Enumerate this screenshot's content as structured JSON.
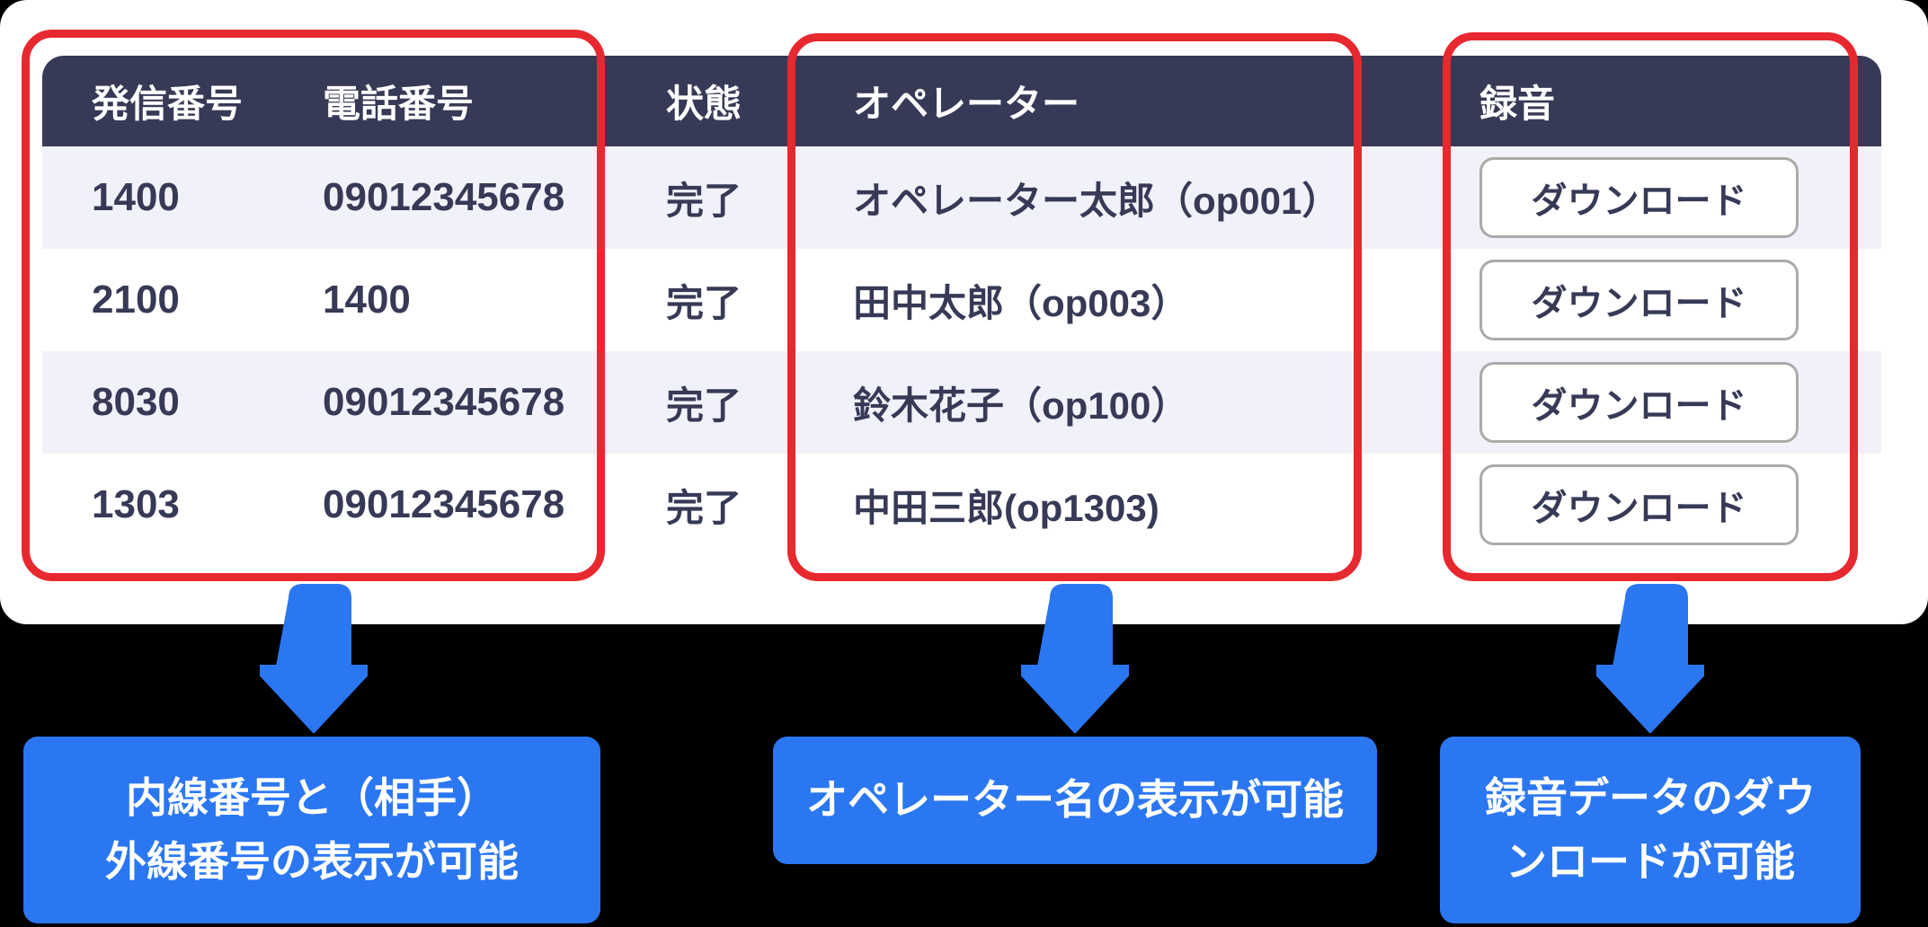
{
  "table": {
    "columns": [
      "発信番号",
      "電話番号",
      "状態",
      "オペレーター",
      "録音"
    ],
    "rows": [
      {
        "caller": "1400",
        "phone": "09012345678",
        "status": "完了",
        "operator": "オペレーター太郎（op001）",
        "download": "ダウンロード"
      },
      {
        "caller": "2100",
        "phone": "1400",
        "status": "完了",
        "operator": "田中太郎（op003）",
        "download": "ダウンロード"
      },
      {
        "caller": "8030",
        "phone": "09012345678",
        "status": "完了",
        "operator": "鈴木花子（op100）",
        "download": "ダウンロード"
      },
      {
        "caller": "1303",
        "phone": "09012345678",
        "status": "完了",
        "operator": "中田三郎(op1303)",
        "download": "ダウンロード"
      }
    ]
  },
  "callouts": [
    {
      "lines": [
        "内線番号と（相手）",
        "外線番号の表示が可能"
      ]
    },
    {
      "lines": [
        "オペレーター名の表示が可能"
      ]
    },
    {
      "lines": [
        "録音データのダウ",
        "ンロードが可能"
      ]
    }
  ],
  "colors": {
    "header_bg": "#363a56",
    "row_alt_bg": "#f1f1f9",
    "text": "#363a56",
    "highlight_red": "#e8282f",
    "accent_blue": "#2b77f2",
    "button_border": "#aaaaaa"
  }
}
